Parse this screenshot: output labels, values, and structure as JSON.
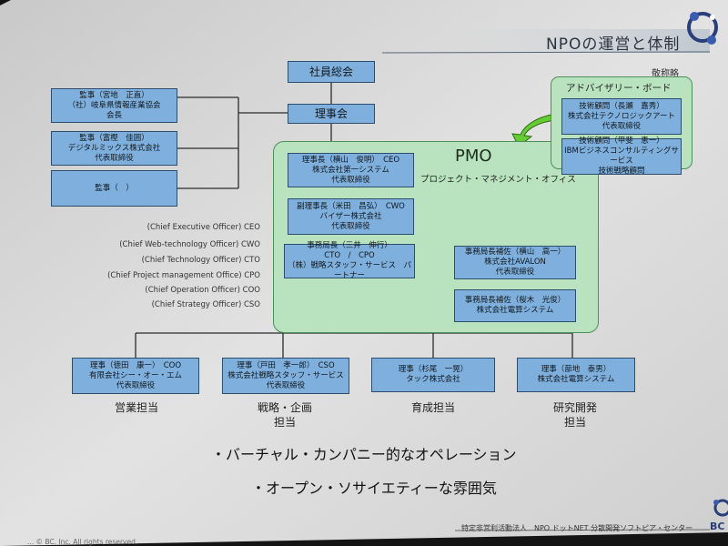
{
  "slide": {
    "title": "NPOの運営と体制",
    "abbreviation_note": "敬称略",
    "footer": "特定非営利活動法人　NPO ドットNET 分散開発ソフトピア・センター",
    "copyright": "... © BC. Inc. All rights reserved.",
    "logo_text": "BC"
  },
  "nodes": {
    "general_meeting": "社員総会",
    "board": "理事会",
    "auditor1": [
      "監事（宮地　正直）",
      "（社）岐阜県情報産業協会",
      "会長"
    ],
    "auditor2": [
      "監事（富樫　佳囲）",
      "デジタルミックス株式会社",
      "代表取締役"
    ],
    "auditor3": "監事（　）",
    "pmo_title": "PMO",
    "pmo_subtitle": "プロジェクト・マネジメント・オフィス",
    "ceo": [
      "理事長（横山　俊明）　CEO",
      "株式会社第一システム",
      "代表取締役"
    ],
    "cwo": [
      "副理事長（米田　昌弘）　CWO",
      "バイザー株式会社",
      "代表取締役"
    ],
    "secretary_general": [
      "事務局長（三井　伸行）",
      "CTO　/　CPO",
      "（株）戦略スタッフ・サービス　パートナー"
    ],
    "deputy1": [
      "事務局長補佐（横山　高一）",
      "株式会社AVALON",
      "代表取締役"
    ],
    "deputy2": [
      "事務局長補佐（桜木　光俊）",
      "株式会社電算システム"
    ],
    "advisory_title": "アドバイザリー・ボード",
    "adviser1": [
      "技術顧問（長瀬　嘉秀）",
      "株式会社テクノロジックアート",
      "代表取締役"
    ],
    "adviser2": [
      "技術顧問（甲斐　恵一）",
      "IBMビジネスコンサルティングサービス",
      "技術戦略顧問"
    ],
    "director_coo": [
      "理事（徳田　康一）　COO",
      "有限会社シー・オー・エム",
      "代表取締役"
    ],
    "director_cso": [
      "理事（戸田　孝一郎）　CSO",
      "株式会社戦略スタッフ・サービス",
      "代表取締役"
    ],
    "director3": [
      "理事（杉尾　一晃）",
      "タック株式会社"
    ],
    "director4": [
      "理事（蔀地　泰男）",
      "株式会社電算システム"
    ]
  },
  "role_definitions": [
    "(Chief Executive Officer)  CEO",
    "(Chief Web-technology Officer) CWO",
    "(Chief Technology Officer) CTO",
    "(Chief Project management Office) CPO",
    "(Chief Operation Officer) COO",
    "(Chief Strategy Officer) CSO"
  ],
  "departments": {
    "sales": "営業担当",
    "strategy": [
      "戦略・企画",
      "担当"
    ],
    "training": "育成担当",
    "research": [
      "研究開発",
      "担当"
    ]
  },
  "bullets": [
    "・バーチャル・カンパニー的なオペレーション",
    "・オープン・ソサイエティーな雰囲気"
  ],
  "colors": {
    "node_fill": "#7fb0dd",
    "pmo_fill": "#b9e3bf",
    "arrow": "#66cc33",
    "slide_bg": "#dcdcdc"
  }
}
